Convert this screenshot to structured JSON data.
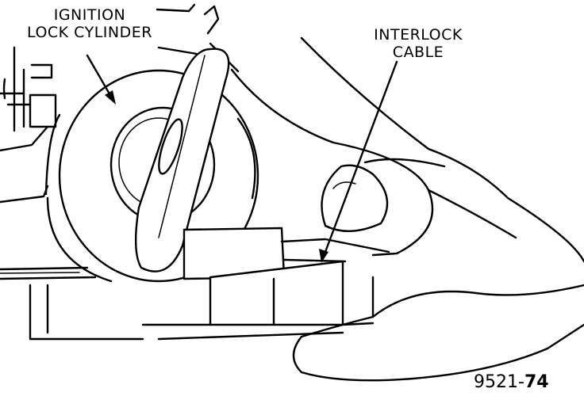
{
  "labels": {
    "ignition_line1": "IGNITION",
    "ignition_line2": "LOCK CYLINDER",
    "interlock_line1": "INTERLOCK",
    "interlock_line2": "CABLE"
  },
  "figure_number": {
    "prefix": "9521-",
    "suffix": "74"
  }
}
